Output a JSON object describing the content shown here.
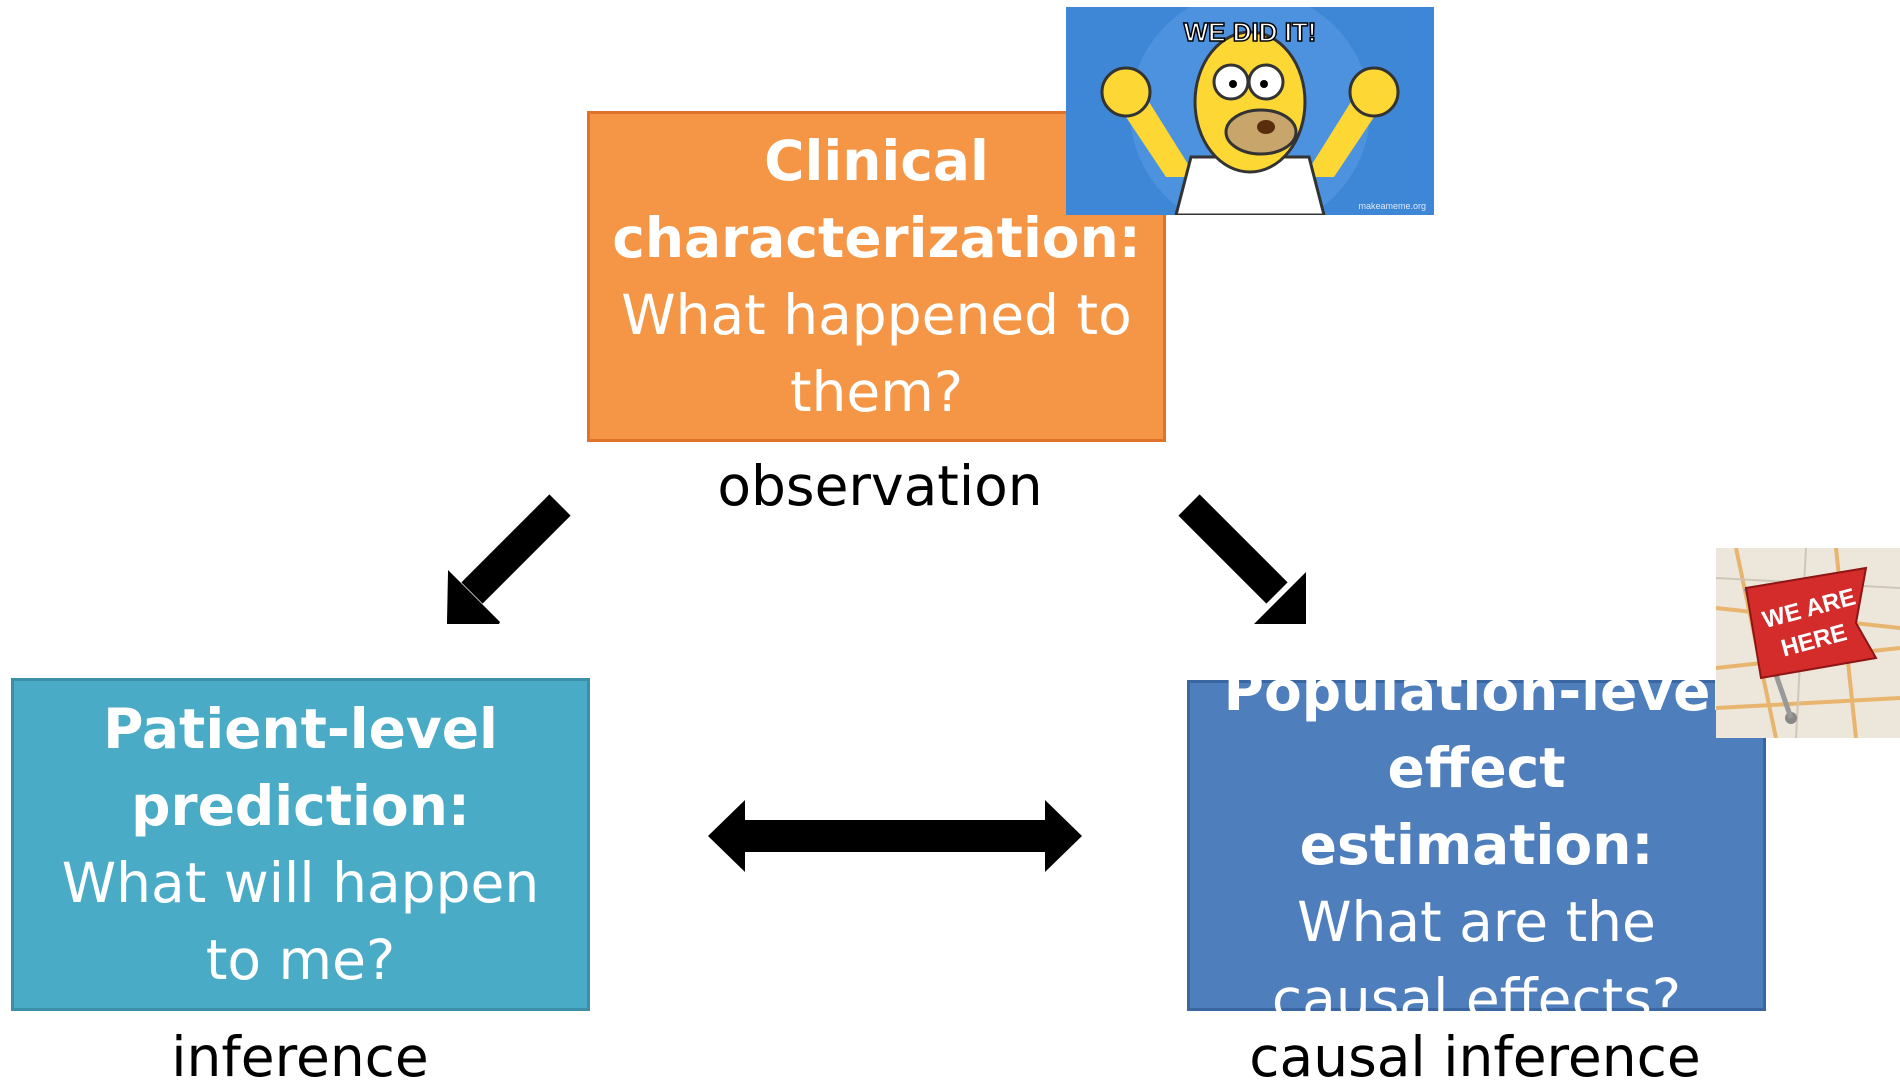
{
  "boxes": {
    "characterization": {
      "title": "Clinical characterization:",
      "question": "What happened to them?",
      "color": "#F59647"
    },
    "prediction": {
      "title": "Patient-level prediction:",
      "question": "What will happen to me?",
      "color": "#4AABC6"
    },
    "estimation": {
      "title": "Population-level effect estimation:",
      "question": "What are the causal effects?",
      "color": "#4F7EBD"
    }
  },
  "labels": {
    "observation": "observation",
    "inference": "inference",
    "causal_inference": "causal inference"
  },
  "images": {
    "homer_meme": {
      "caption": "WE DID IT!",
      "credit": "makeameme.org"
    },
    "map_flag": {
      "caption_line1": "WE ARE",
      "caption_line2": "HERE"
    }
  }
}
